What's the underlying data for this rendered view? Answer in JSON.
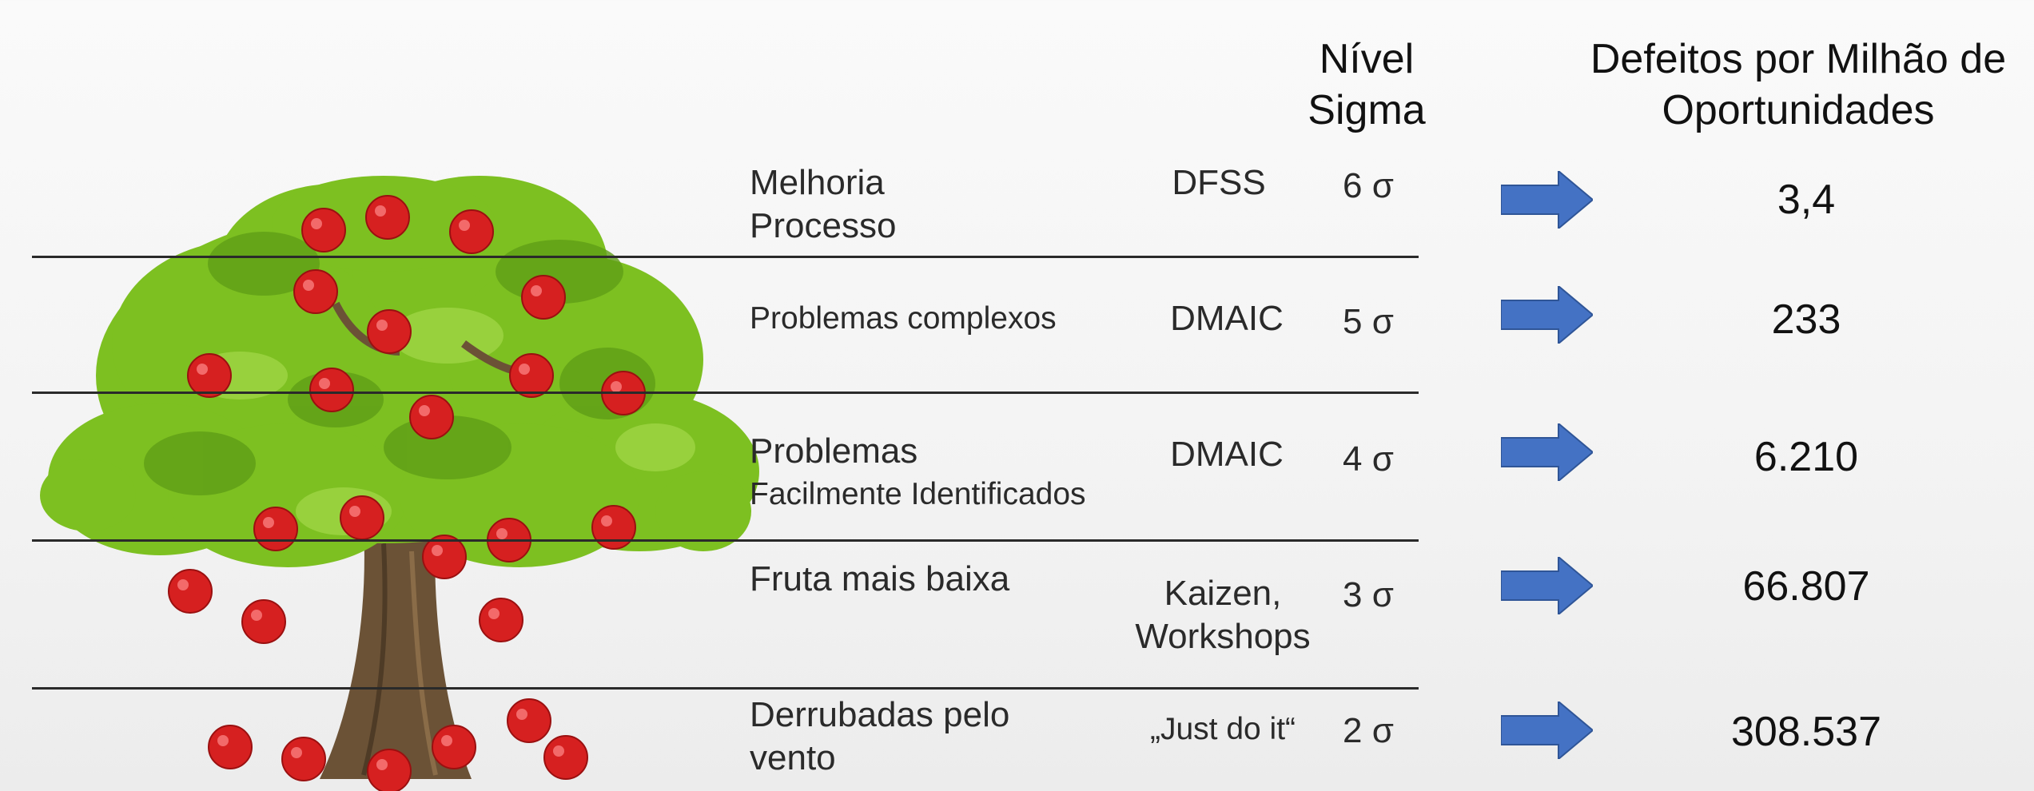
{
  "header": {
    "sigma_line1": "Nível",
    "sigma_line2": "Sigma",
    "dpmo_line1": "Defeitos por Milhão de",
    "dpmo_line2": "Oportunidades"
  },
  "rows": [
    {
      "label_line1": "Melhoria",
      "label_line2": "Processo",
      "method_line1": "DFSS",
      "method_line2": "",
      "sigma": "6 σ",
      "dpmo": "3,4"
    },
    {
      "label_line1": "Problemas complexos",
      "label_line2": "",
      "method_line1": "DMAIC",
      "method_line2": "",
      "sigma": "5 σ",
      "dpmo": "233"
    },
    {
      "label_line1": "Problemas",
      "label_line2": "Facilmente Identificados",
      "method_line1": "DMAIC",
      "method_line2": "",
      "sigma": "4 σ",
      "dpmo": "6.210"
    },
    {
      "label_line1": "Fruta mais baixa",
      "label_line2": "",
      "method_line1": "Kaizen,",
      "method_line2": "Workshops",
      "sigma": "3 σ",
      "dpmo": "66.807"
    },
    {
      "label_line1": "Derrubadas pelo",
      "label_line2": "vento",
      "method_line1": "„Just do it“",
      "method_line2": "",
      "sigma": "2 σ",
      "dpmo": "308.537"
    }
  ],
  "colors": {
    "arrow": "#4472c4",
    "apple": "#d62020",
    "leaf": "#7dc021",
    "trunk": "#6b5236"
  },
  "icons": [
    "apple-tree-illustration",
    "right-arrow-icon"
  ]
}
